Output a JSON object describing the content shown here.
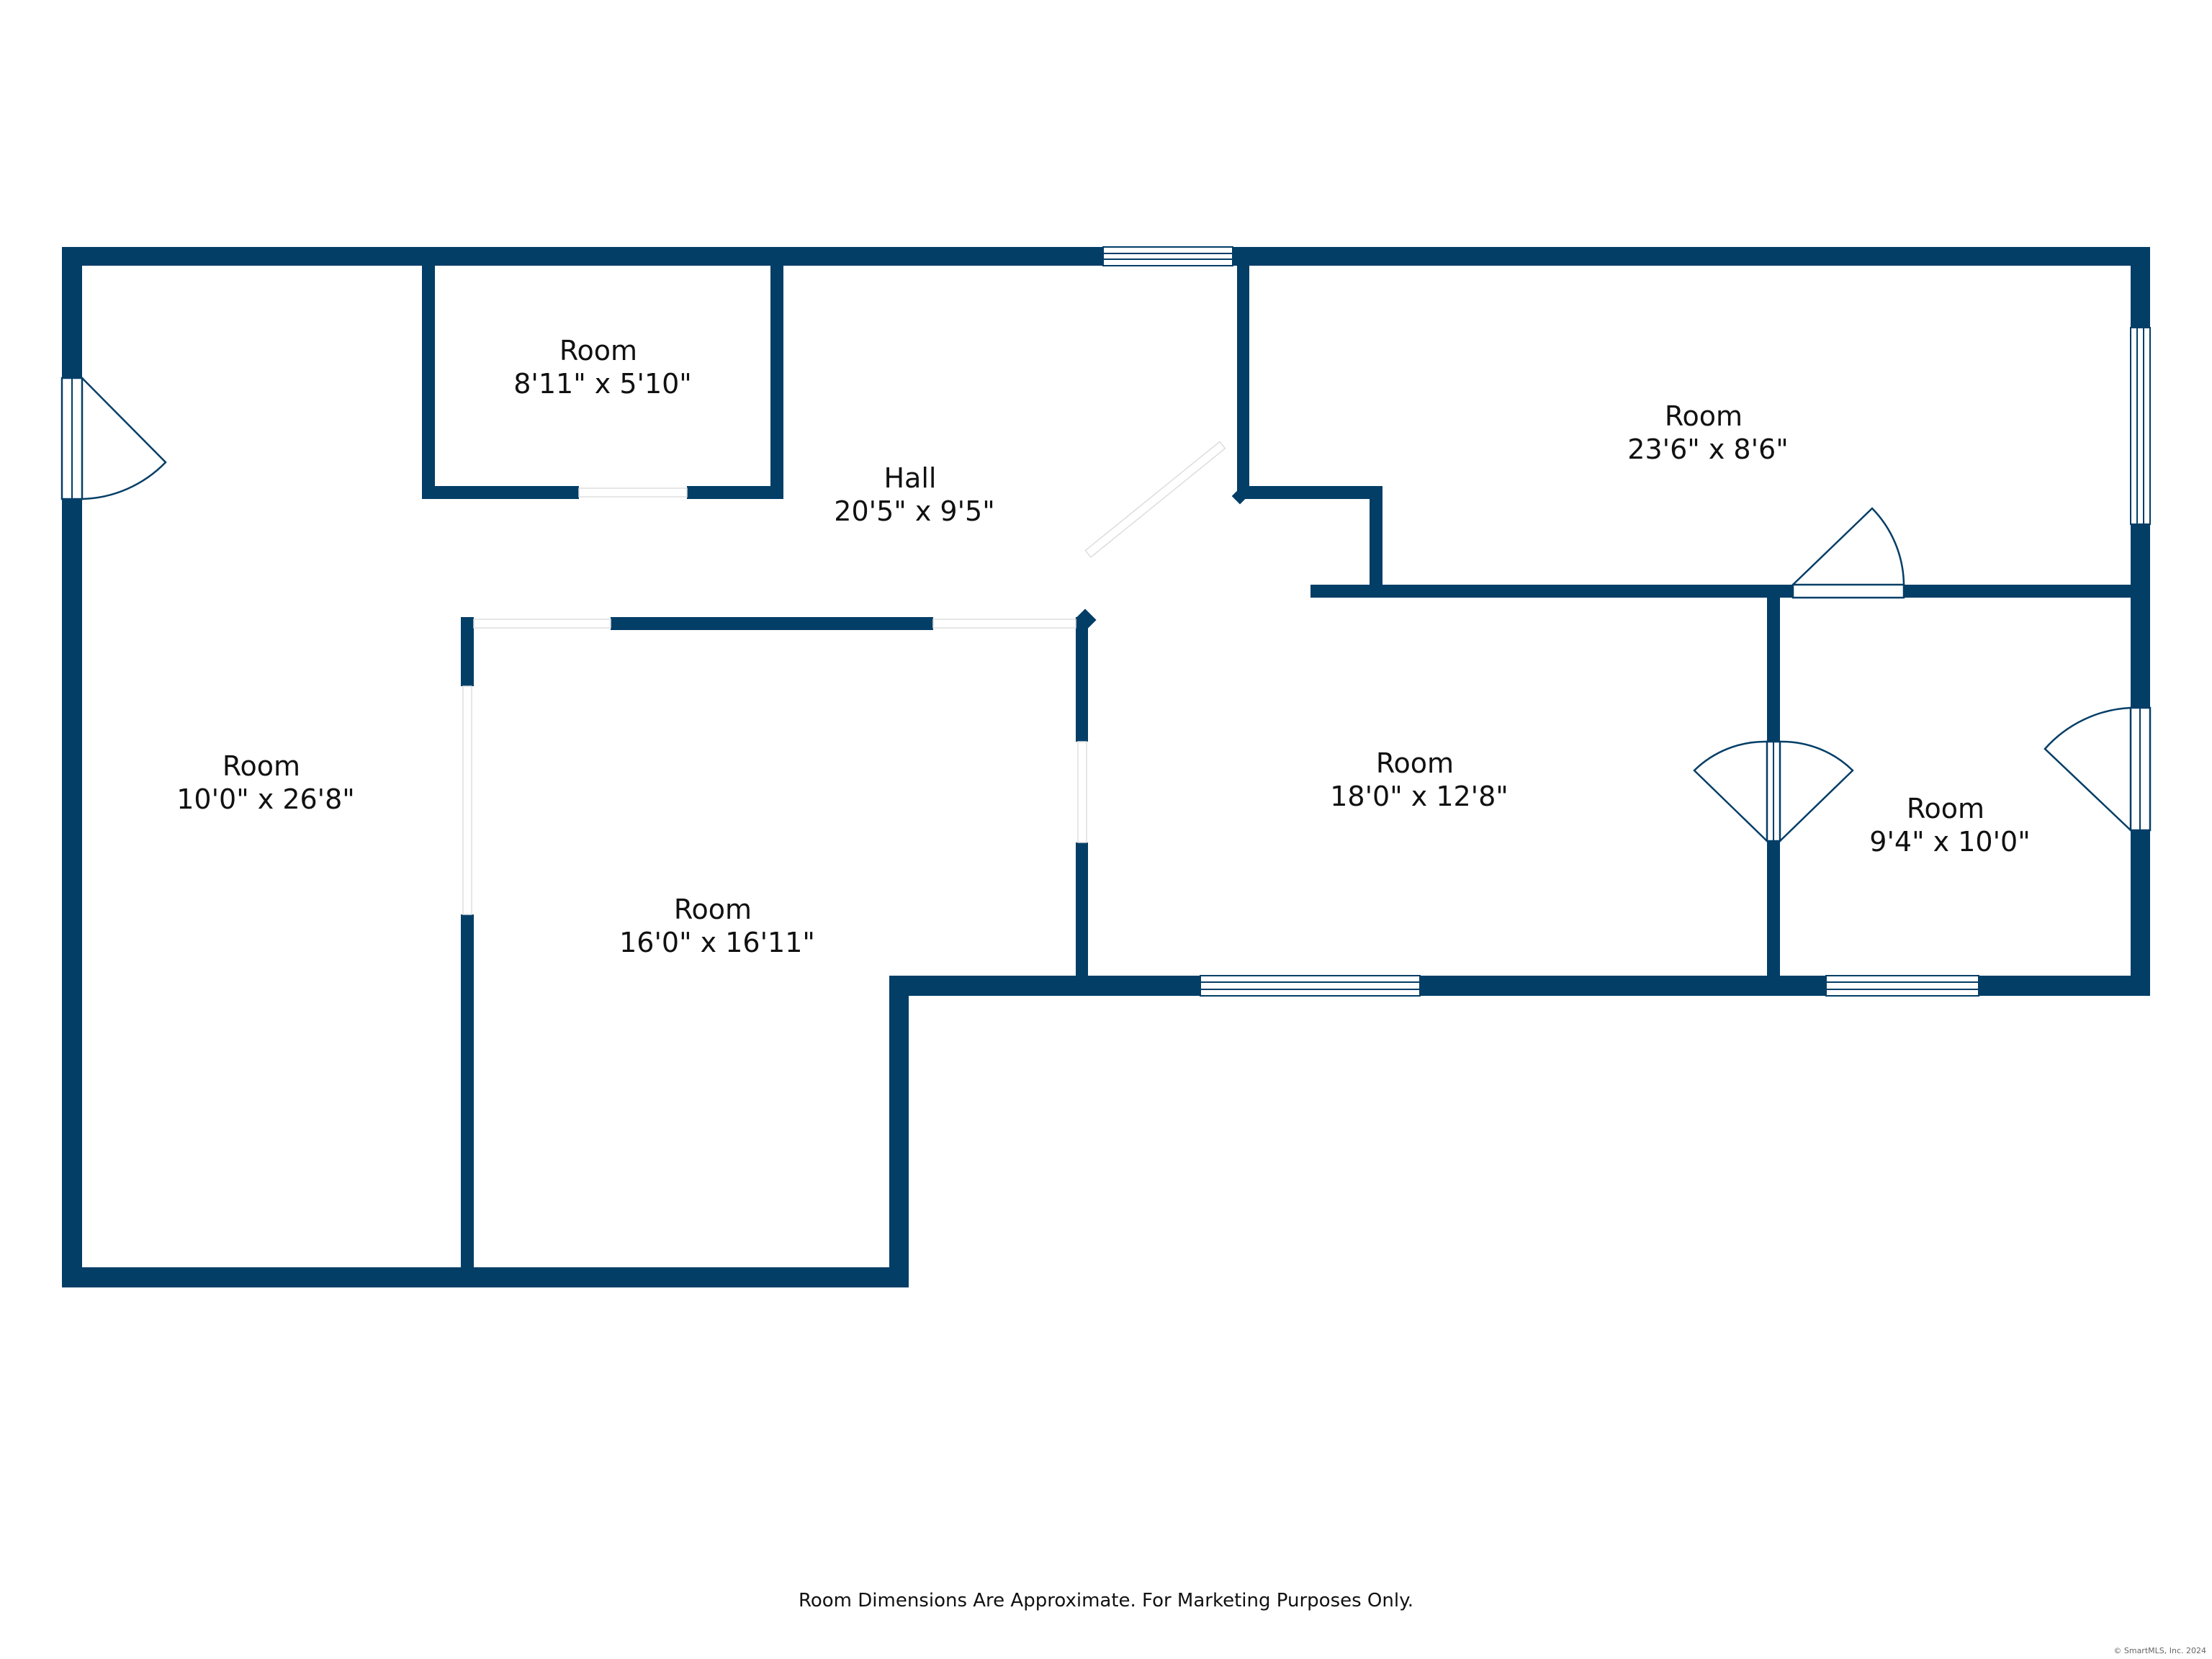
{
  "colors": {
    "wall": "#033e67",
    "background": "#ffffff"
  },
  "rooms": [
    {
      "id": "room-a",
      "name": "Room",
      "dims": "8'11\" x 5'10\""
    },
    {
      "id": "hall",
      "name": "Hall",
      "dims": "20'5\" x 9'5\""
    },
    {
      "id": "room-b",
      "name": "Room",
      "dims": "23'6\" x 8'6\""
    },
    {
      "id": "room-c",
      "name": "Room",
      "dims": "10'0\" x 26'8\""
    },
    {
      "id": "room-d",
      "name": "Room",
      "dims": "18'0\" x 12'8\""
    },
    {
      "id": "room-e",
      "name": "Room",
      "dims": "9'4\" x 10'0\""
    },
    {
      "id": "room-f",
      "name": "Room",
      "dims": "16'0\" x 16'11\""
    }
  ],
  "footer": {
    "note": "Room Dimensions Are Approximate. For Marketing Purposes Only.",
    "copyright": "© SmartMLS, Inc. 2024"
  }
}
